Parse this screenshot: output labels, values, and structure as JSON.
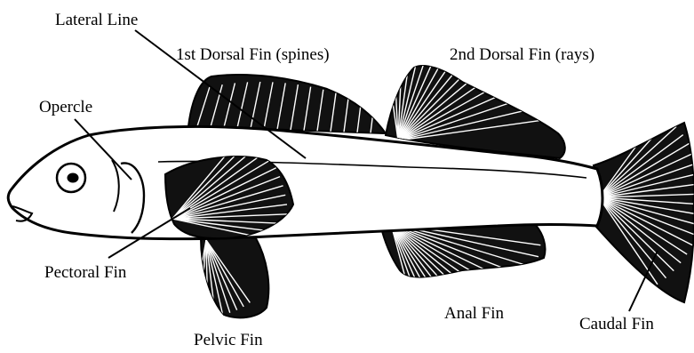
{
  "diagram": {
    "labels": {
      "lateral_line": "Lateral Line",
      "first_dorsal": "1st Dorsal Fin (spines)",
      "second_dorsal": "2nd Dorsal Fin (rays)",
      "opercle": "Opercle",
      "pectoral": "Pectoral Fin",
      "pelvic": "Pelvic Fin",
      "anal": "Anal Fin",
      "caudal": "Caudal Fin"
    }
  }
}
